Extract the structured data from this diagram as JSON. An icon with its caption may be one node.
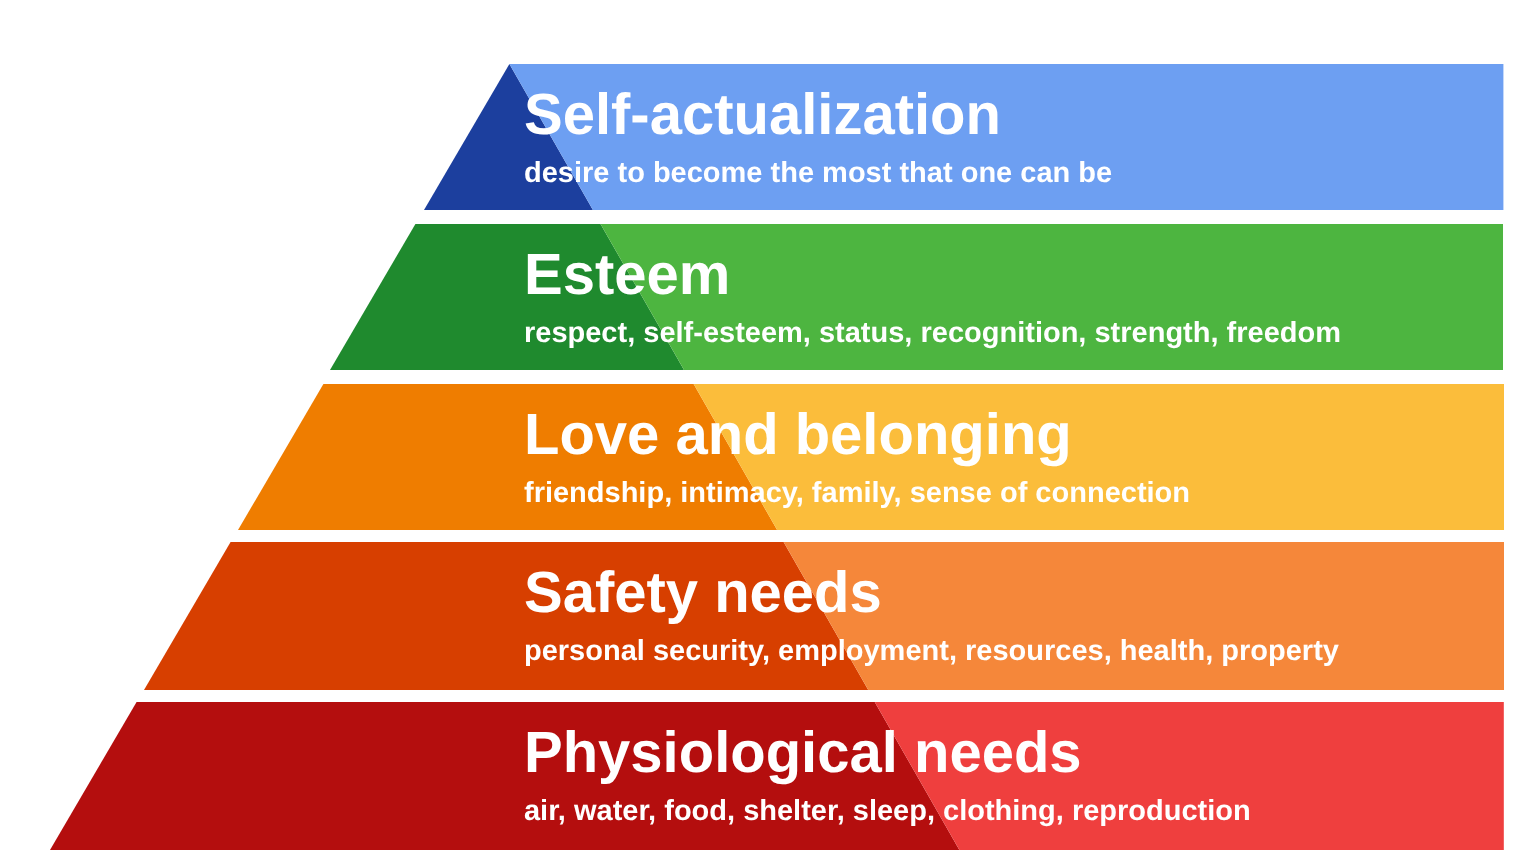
{
  "diagram": {
    "nodes": [
      {
        "text": [
          "Self-actualization",
          "desire to become the most that one can be"
        ]
      },
      {
        "text": [
          "Esteem",
          "respect, self-esteem, status, recognition, strength, freedom"
        ]
      },
      {
        "text": [
          "Love and belonging",
          "friendship, intimacy, family, sense of connection"
        ]
      },
      {
        "text": [
          "Safety needs",
          "personal security, employment, resources, health, property"
        ]
      },
      {
        "text": [
          "Physiological needs",
          "air, water, food, shelter, sleep, clothing, reproduction"
        ]
      }
    ]
  }
}
